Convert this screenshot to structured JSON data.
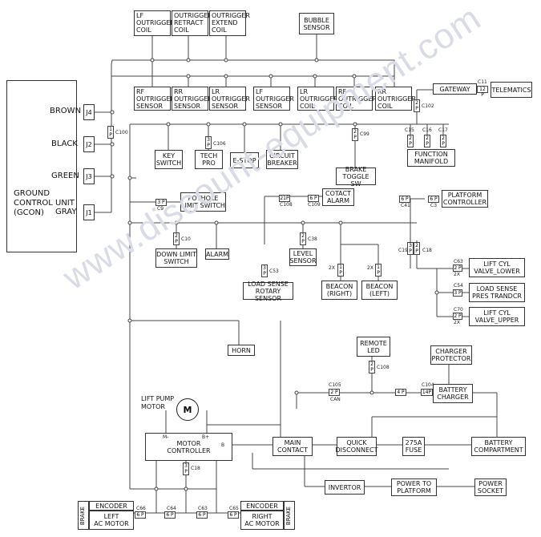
{
  "gcon": {
    "title": "GROUND\nCONTROL UNIT\n(GCON)",
    "pins": [
      {
        "color": "BROWN",
        "jack": "J4"
      },
      {
        "color": "BLACK",
        "jack": "J2"
      },
      {
        "color": "GREEN",
        "jack": "J3"
      },
      {
        "color": "GRAY",
        "jack": "J1"
      }
    ]
  },
  "top_coils": [
    "LF\nOUTRIGGER\nCOIL",
    "OUTRIGGER\nRETRACT\nCOIL",
    "OUTRIGGER\nEXTEND\nCOIL"
  ],
  "bubble_sensor": "BUBBLE\nSENSOR",
  "row_sensors": [
    "RF\nOUTRIGGER\nSENSOR",
    "RR\nOUTRIGGER\nSENSOR",
    "LR\nOUTRIGGER\nSENSOR",
    "LF\nOUTRIGGER\nSENSOR",
    "LR\nOUTRIGGER\nCOIL",
    "RF\nOUTRIGGER\nCOIL",
    "RR\nOUTRIGGER\nCOIL"
  ],
  "gateway": "GATEWAY",
  "telematics": "TELEMATICS",
  "components": {
    "key_switch": "KEY\nSWITCH",
    "tech_pro": "TECH\nPRO",
    "e_stop": "E-STOP",
    "circuit_breaker": "CIRCUIT\nBREAKER",
    "function_manifold": "FUNCTION\nMANIFOLD",
    "brake_toggle": "BRAKE\nTOGGLE SW",
    "cotact_alarm": "COTACT\nALARM",
    "platform_controller": "PLATFORM\nCONTROLLER",
    "pothole": "POTHOLE\nLIMIT SWITCH",
    "down_limit": "DOWN LIMIT\nSWITCH",
    "alarm": "ALARM",
    "level_sensor": "LEVEL\nSENSOR",
    "beacon_right": "BEACON\n(RIGHT)",
    "beacon_left": "BEACON\n(LEFT)",
    "load_sense_rotary": "LOAD SENSE\nROTARY SENSOR",
    "lift_cyl_lower": "LIFT CYL\nVALVE_LOWER",
    "load_sense_pres": "LOAD SENSE\nPRES TRANDCR",
    "lift_cyl_upper": "LIFT CYL\nVALVE_UPPER",
    "horn": "HORN",
    "remote_led": "REMOTE\nLED",
    "charger_protector": "CHARGER\nPROTECTOR",
    "battery_charger": "BATTERY\nCHARGER",
    "lift_pump_motor": "LIFT PUMP\nMOTOR",
    "motor_symbol": "M",
    "motor_controller": "MOTOR\nCONTROLLER",
    "main_contact": "MAIN\nCONTACT",
    "quick_disconnect": "QUICK\nDISCONNECT",
    "fuse": "275A\nFUSE",
    "battery_compartment": "BATTERY\nCOMPARTMENT",
    "invertor": "INVERTOR",
    "power_to_platform": "POWER TO\nPLATFORM",
    "power_socket": "POWER\nSOCKET",
    "left_encoder": "ENCODER",
    "left_motor": "LEFT\nAC MOTOR",
    "right_encoder": "ENCODER",
    "right_motor": "RIGHT\nAC MOTOR",
    "brake": "BRAKE"
  },
  "connectors": {
    "c100": "C100",
    "c11": "C11",
    "c102": "C102",
    "c106": "C106",
    "c99": "C99",
    "c15": "C15",
    "c16": "C16",
    "c17": "C17",
    "c108": "C108",
    "c109": "C109",
    "c9": "C9",
    "c41": "C41",
    "c3": "C3",
    "c10": "C10",
    "c38": "C38",
    "c53": "C53",
    "c19": "C19",
    "c18": "C18",
    "c63": "C63",
    "c54": "C54",
    "c70": "C70",
    "c105": "C105",
    "c104": "C104",
    "c106b": "C108",
    "c66": "C66",
    "c64": "C64",
    "c63b": "C63",
    "c65": "C65",
    "c18b": "C18",
    "can": "CAN",
    "twox": "2X",
    "p12": "12 P",
    "p14": "14P",
    "p1": "1\nP",
    "p2": "2\nP",
    "p3": "3\nP",
    "p4": "4 P",
    "p6": "6 P",
    "p21": "21P",
    "m_minus": "M-",
    "b_plus": "B+",
    "b": "B"
  },
  "watermark": "www.discount-equipment.com"
}
